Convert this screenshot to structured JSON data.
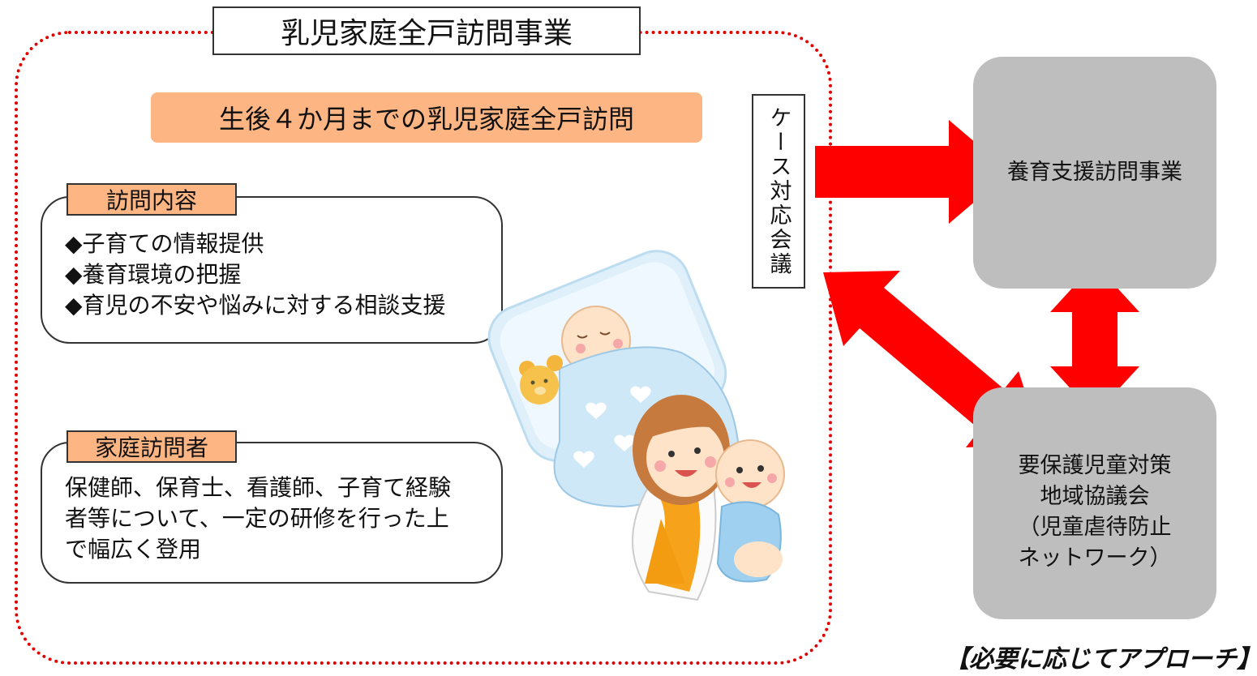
{
  "program_title": "乳児家庭全戸訪問事業",
  "program_subtitle": "生後４か月までの乳児家庭全戸訪問",
  "visit_content": {
    "tag": "訪問内容",
    "items": [
      "◆子育ての情報提供",
      "◆養育環境の把握",
      "◆育児の不安や悩みに対する相談支援"
    ]
  },
  "visitors": {
    "tag": "家庭訪問者",
    "lines": [
      "保健師、保育士、看護師、子育て経験",
      "者等について、一定の研修を行った上",
      "で幅広く登用"
    ]
  },
  "case_meeting": "ケース対応会議",
  "support_program": "養育支援訪問事業",
  "council": {
    "lines": [
      "要保護児童対策",
      "地域協議会",
      "（児童虐待防止",
      "ネットワーク）"
    ]
  },
  "approach_note": "【必要に応じてアプローチ】",
  "colors": {
    "accent_orange": "#fcb583",
    "dotted_border": "#e00000",
    "arrow_red": "#ff0000",
    "gray_box": "#bebebe"
  },
  "icons": [
    "mother-holding-baby-illustration",
    "sleeping-baby-illustration",
    "teddy-bear-illustration"
  ]
}
